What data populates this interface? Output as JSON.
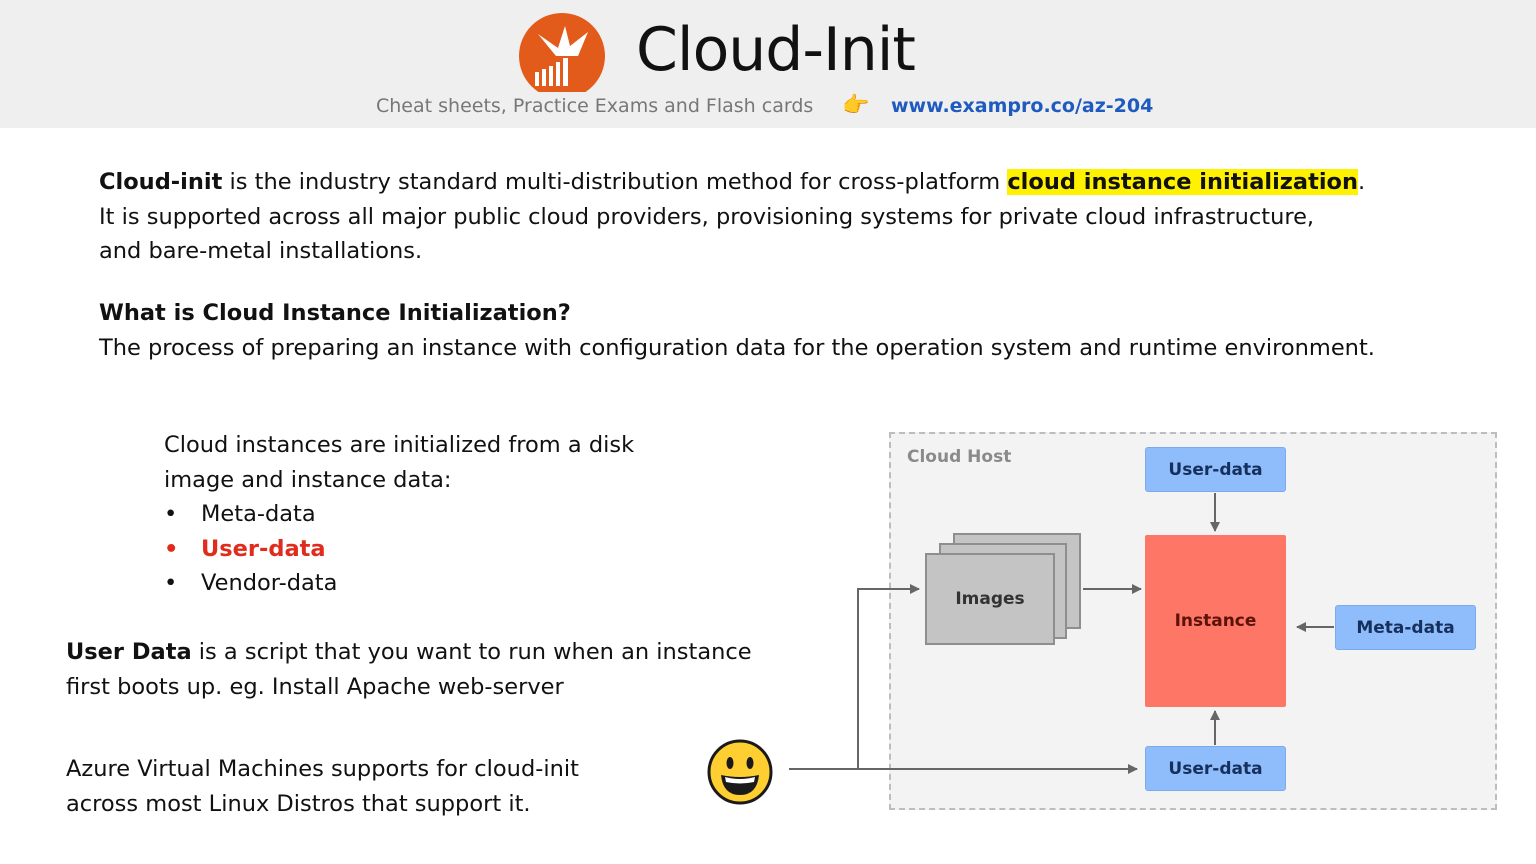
{
  "header": {
    "title": "Cloud-Init",
    "subtitle": "Cheat sheets, Practice Exams and Flash cards",
    "pointer_emoji": "👉",
    "url": "www.exampro.co/az-204",
    "logo_icon": "exampro-logo-icon",
    "colors": {
      "logo": "#e35b1b",
      "url": "#1f5bbf",
      "background": "#efefef"
    }
  },
  "intro": {
    "term": "Cloud-init",
    "text_before_highlight": " is the industry standard multi-distribution method for cross-platform ",
    "highlight": "cloud instance initialization",
    "text_after_highlight": ".",
    "line2": "It is supported across all major public cloud providers, provisioning systems for private cloud infrastructure,",
    "line3": "and bare-metal installations.",
    "highlight_color": "#fff200"
  },
  "question": {
    "title": "What is Cloud Instance Initialization?",
    "answer": "The process of preparing an instance with configuration data for the operation system and runtime environment."
  },
  "init_data": {
    "line1": "Cloud instances are initialized from a disk",
    "line2": "image and instance data:",
    "bullets": [
      {
        "label": "Meta-data",
        "emphasis": false
      },
      {
        "label": "User-data",
        "emphasis": true
      },
      {
        "label": "Vendor-data",
        "emphasis": false
      }
    ],
    "bullet_symbol": "•",
    "emphasis_color": "#e02c1d"
  },
  "user_data_desc": {
    "term": "User Data",
    "text": " is a script that you want to run when an instance",
    "line2": "first boots up. eg. Install Apache web-server"
  },
  "azure_note": {
    "line1": "Azure Virtual Machines supports for cloud-init",
    "line2": "across most Linux Distros that support it."
  },
  "diagram": {
    "container_label": "Cloud Host",
    "user_data_top": "User-data",
    "images": "Images",
    "instance": "Instance",
    "meta_data": "Meta-data",
    "user_data_bottom": "User-data",
    "user_icon": "smiley-face-icon",
    "colors": {
      "blue_box": "#8fbdfb",
      "instance": "#fe7766",
      "images": "#c4c4c4",
      "arrow": "#666666"
    }
  }
}
